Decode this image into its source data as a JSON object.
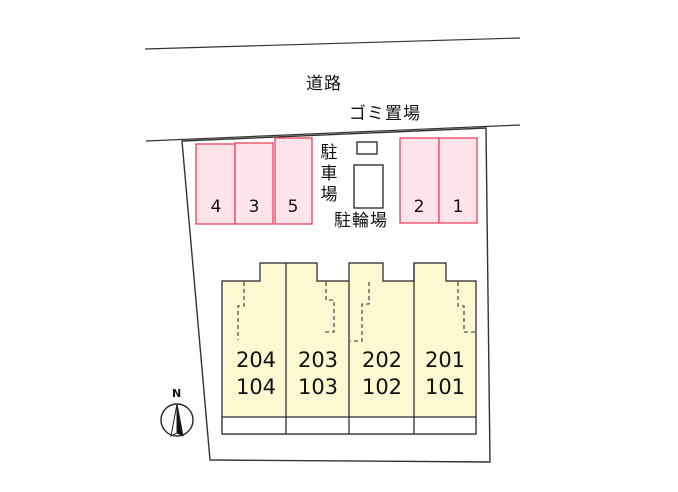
{
  "labels": {
    "road": "道路",
    "garbage": "ゴミ置場",
    "parking": "駐車場",
    "bicycle_parking": "駐輪場",
    "north": "N"
  },
  "parking_stalls": [
    {
      "id": "4"
    },
    {
      "id": "3"
    },
    {
      "id": "5"
    },
    {
      "id": "2"
    },
    {
      "id": "1"
    }
  ],
  "units": [
    {
      "upper": "204",
      "lower": "104"
    },
    {
      "upper": "203",
      "lower": "103"
    },
    {
      "upper": "202",
      "lower": "102"
    },
    {
      "upper": "201",
      "lower": "101"
    }
  ],
  "colors": {
    "parking_fill": "#fde4ea",
    "parking_stroke": "#e8445e",
    "unit_fill": "#fcf8d2",
    "lot_fill": "#ffffff",
    "line": "#222222"
  }
}
